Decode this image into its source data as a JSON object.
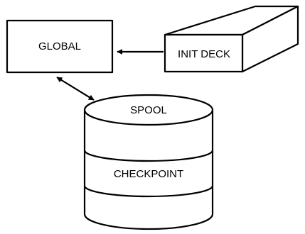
{
  "diagram": {
    "global_label": "GLOBAL",
    "init_deck_label": "INIT DECK",
    "spool_label": "SPOOL",
    "checkpoint_label": "CHECKPOINT"
  }
}
